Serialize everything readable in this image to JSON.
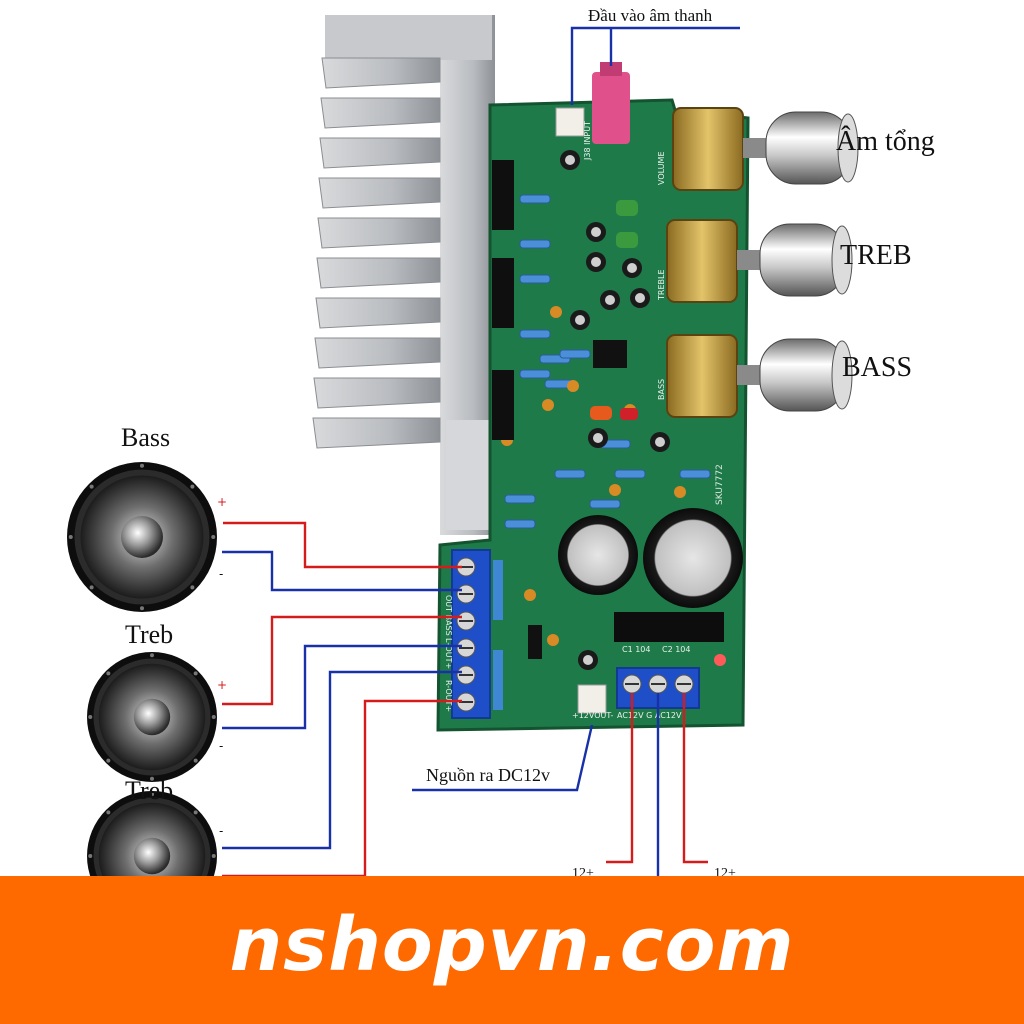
{
  "labels": {
    "audio_input": "Đầu vào âm thanh",
    "volume_knob": "Âm tổng",
    "treble_knob": "TREB",
    "bass_knob": "BASS",
    "speaker_bass": "Bass",
    "speaker_treb_1": "Treb",
    "speaker_treb_2": "Treb",
    "power_out": "Nguồn ra DC12v",
    "ac_left": "12+",
    "ac_right": "12+"
  },
  "pcb_silkscreen": {
    "sku": "SKU7772",
    "out_bass": "OUT BASS",
    "out_l": "L-OUT+",
    "out_r": "R-OUT+",
    "power_out": "+12VOUT-",
    "ac_terminal": "AC12V G AC12V",
    "volume": "VOLUME",
    "treble": "TREBLE",
    "bass": "BASS",
    "input": "J38 INPUT",
    "cap1": "C1 104",
    "cap2": "C2 104"
  },
  "brand": {
    "text": "nshopvn.com"
  },
  "colors": {
    "pcb": "#1f7a4a",
    "wire_positive": "#d41c1c",
    "wire_negative": "#1830a8",
    "banner": "#ff6a00",
    "terminal": "#1f4fc8"
  }
}
